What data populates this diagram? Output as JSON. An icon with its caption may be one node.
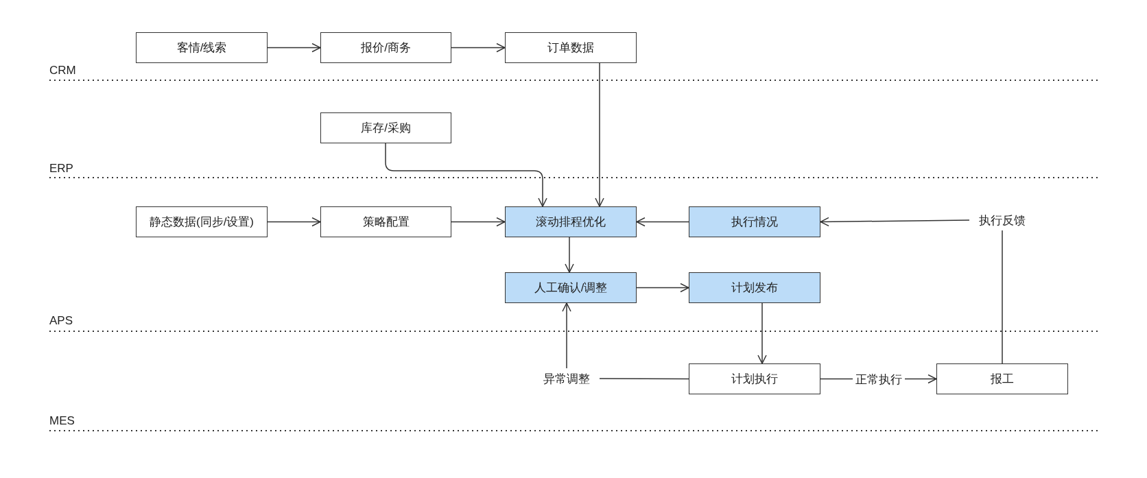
{
  "diagram": {
    "nodes": [
      {
        "text": [
          "客情/线索"
        ]
      },
      {
        "text": [
          "报价/商务"
        ]
      },
      {
        "text": [
          "订单数据"
        ]
      },
      {
        "text": [
          "库存/采购"
        ]
      },
      {
        "text": [
          "静态数据(同步/设置)"
        ]
      },
      {
        "text": [
          "策略配置"
        ]
      },
      {
        "text": [
          "滚动排程优化"
        ]
      },
      {
        "text": [
          "执行情况"
        ]
      },
      {
        "text": [
          "执行反馈"
        ]
      },
      {
        "text": [
          "人工确认/调整"
        ]
      },
      {
        "text": [
          "计划发布"
        ]
      },
      {
        "text": [
          "异常调整"
        ]
      },
      {
        "text": [
          "计划执行"
        ]
      },
      {
        "text": [
          "报工"
        ]
      }
    ],
    "edges": [
      {
        "from": 0,
        "to": 1,
        "arrow": "to"
      },
      {
        "from": 1,
        "to": 2,
        "arrow": "to"
      },
      {
        "from": 2,
        "to": 6,
        "arrow": "to"
      },
      {
        "from": 3,
        "to": 6,
        "arrow": "to"
      },
      {
        "from": 4,
        "to": 5,
        "arrow": "to"
      },
      {
        "from": 5,
        "to": 6,
        "arrow": "to"
      },
      {
        "from": 7,
        "to": 6,
        "arrow": "to"
      },
      {
        "from": 8,
        "to": 7,
        "arrow": "to"
      },
      {
        "from": 6,
        "to": 9,
        "arrow": "to"
      },
      {
        "from": 9,
        "to": 10,
        "arrow": "to"
      },
      {
        "from": 10,
        "to": 12,
        "arrow": "to"
      },
      {
        "from": 11,
        "to": 9,
        "arrow": "to"
      },
      {
        "from": 12,
        "to": 11,
        "arrow": "none"
      },
      {
        "from": 12,
        "to": 13,
        "arrow": "to",
        "label": "正常执行"
      },
      {
        "from": 13,
        "to": 8,
        "arrow": "none"
      }
    ],
    "labels": [
      "CRM",
      "ERP",
      "APS",
      "MES"
    ]
  }
}
